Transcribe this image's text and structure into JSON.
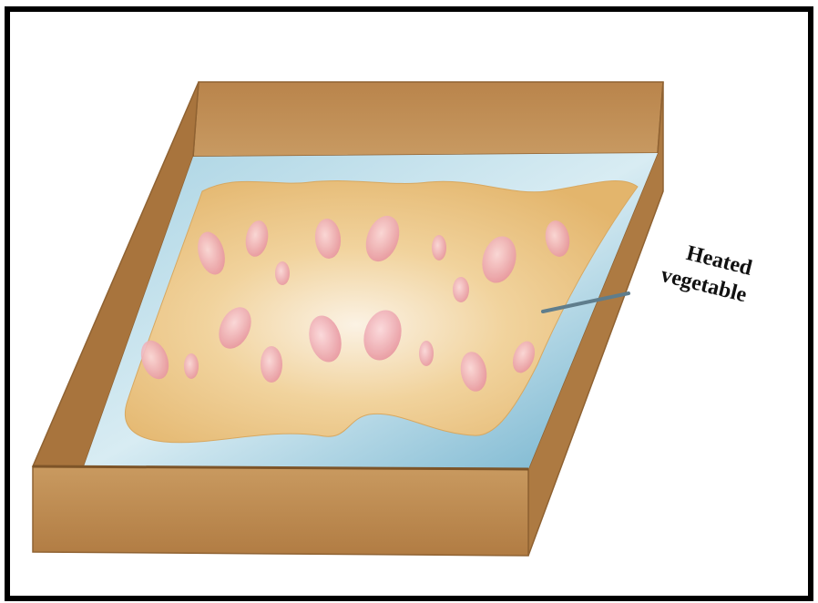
{
  "annotation": {
    "line1": "Heated",
    "line2": "vegetable"
  },
  "colors": {
    "frame": "#000000",
    "tray_wood": "#c18f56",
    "tray_wood_dark": "#9a6b38",
    "water_blue": "#8cc0d6",
    "vegetable_layer": "#e8c27f",
    "vegetable_pieces": "#eaa0a8",
    "pointer_line": "#5f7d8c"
  },
  "icons": {
    "tray": "drying-tray",
    "pieces": "vegetable-slice"
  }
}
